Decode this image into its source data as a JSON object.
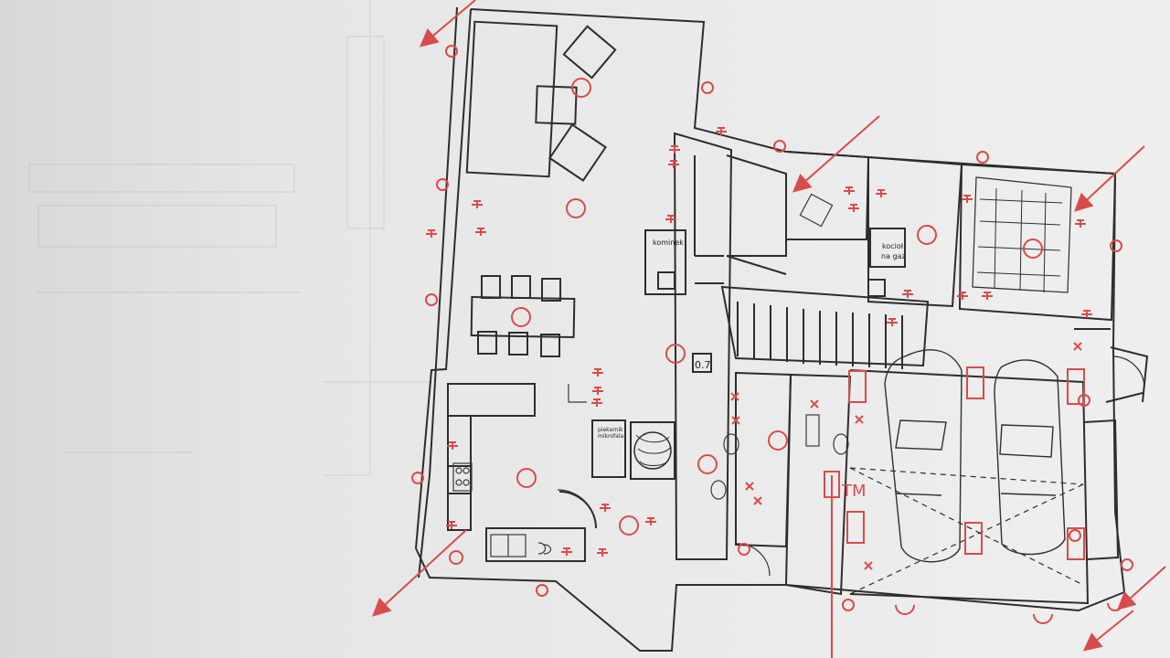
{
  "labels": {
    "kominek": "kominek",
    "kociol_line1": "kocioł",
    "kociol_line2": "na gaz",
    "room_code": "0.7",
    "tm": "TM",
    "appliance_line1": "piekarnik",
    "appliance_line2": "mikrofala"
  },
  "colors": {
    "paper": "#ececec",
    "ink": "#222222",
    "electrical": "#d94b4b"
  },
  "icons": [
    "light-fixture-icon",
    "socket-icon",
    "switch-icon",
    "car-icon",
    "chair-icon",
    "sink-icon",
    "stove-icon"
  ]
}
